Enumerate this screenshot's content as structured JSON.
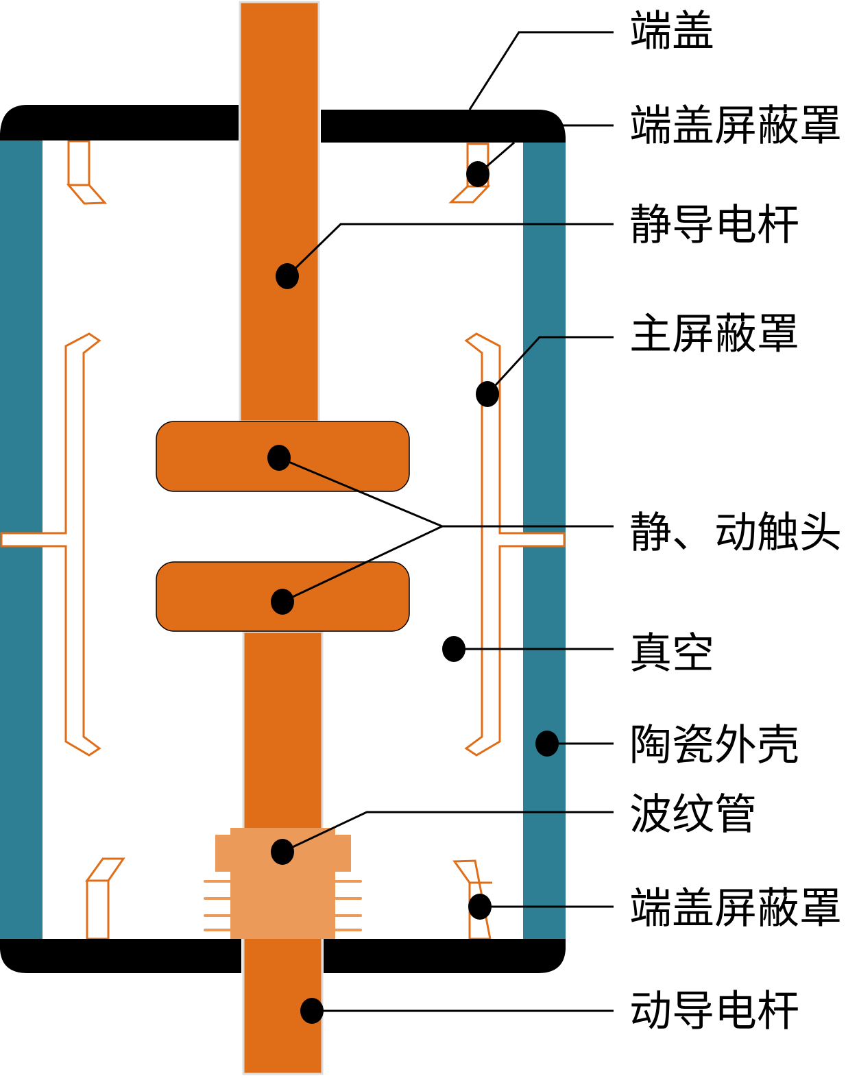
{
  "title": "真空灭弧室结构示意图",
  "labels": {
    "end_cap": "端盖",
    "end_cap_shield_top": "端盖屏蔽罩",
    "static_rod": "静导电杆",
    "main_shield": "主屏蔽罩",
    "contacts": "静、动触头",
    "vacuum": "真空",
    "ceramic_shell": "陶瓷外壳",
    "bellows": "波纹管",
    "end_cap_shield_bottom": "端盖屏蔽罩",
    "moving_rod": "动导电杆"
  },
  "colors": {
    "copper": "#E06E18",
    "bellows": "#EB9A5A",
    "ceramic": "#2E7F93",
    "cap": "#000000"
  }
}
